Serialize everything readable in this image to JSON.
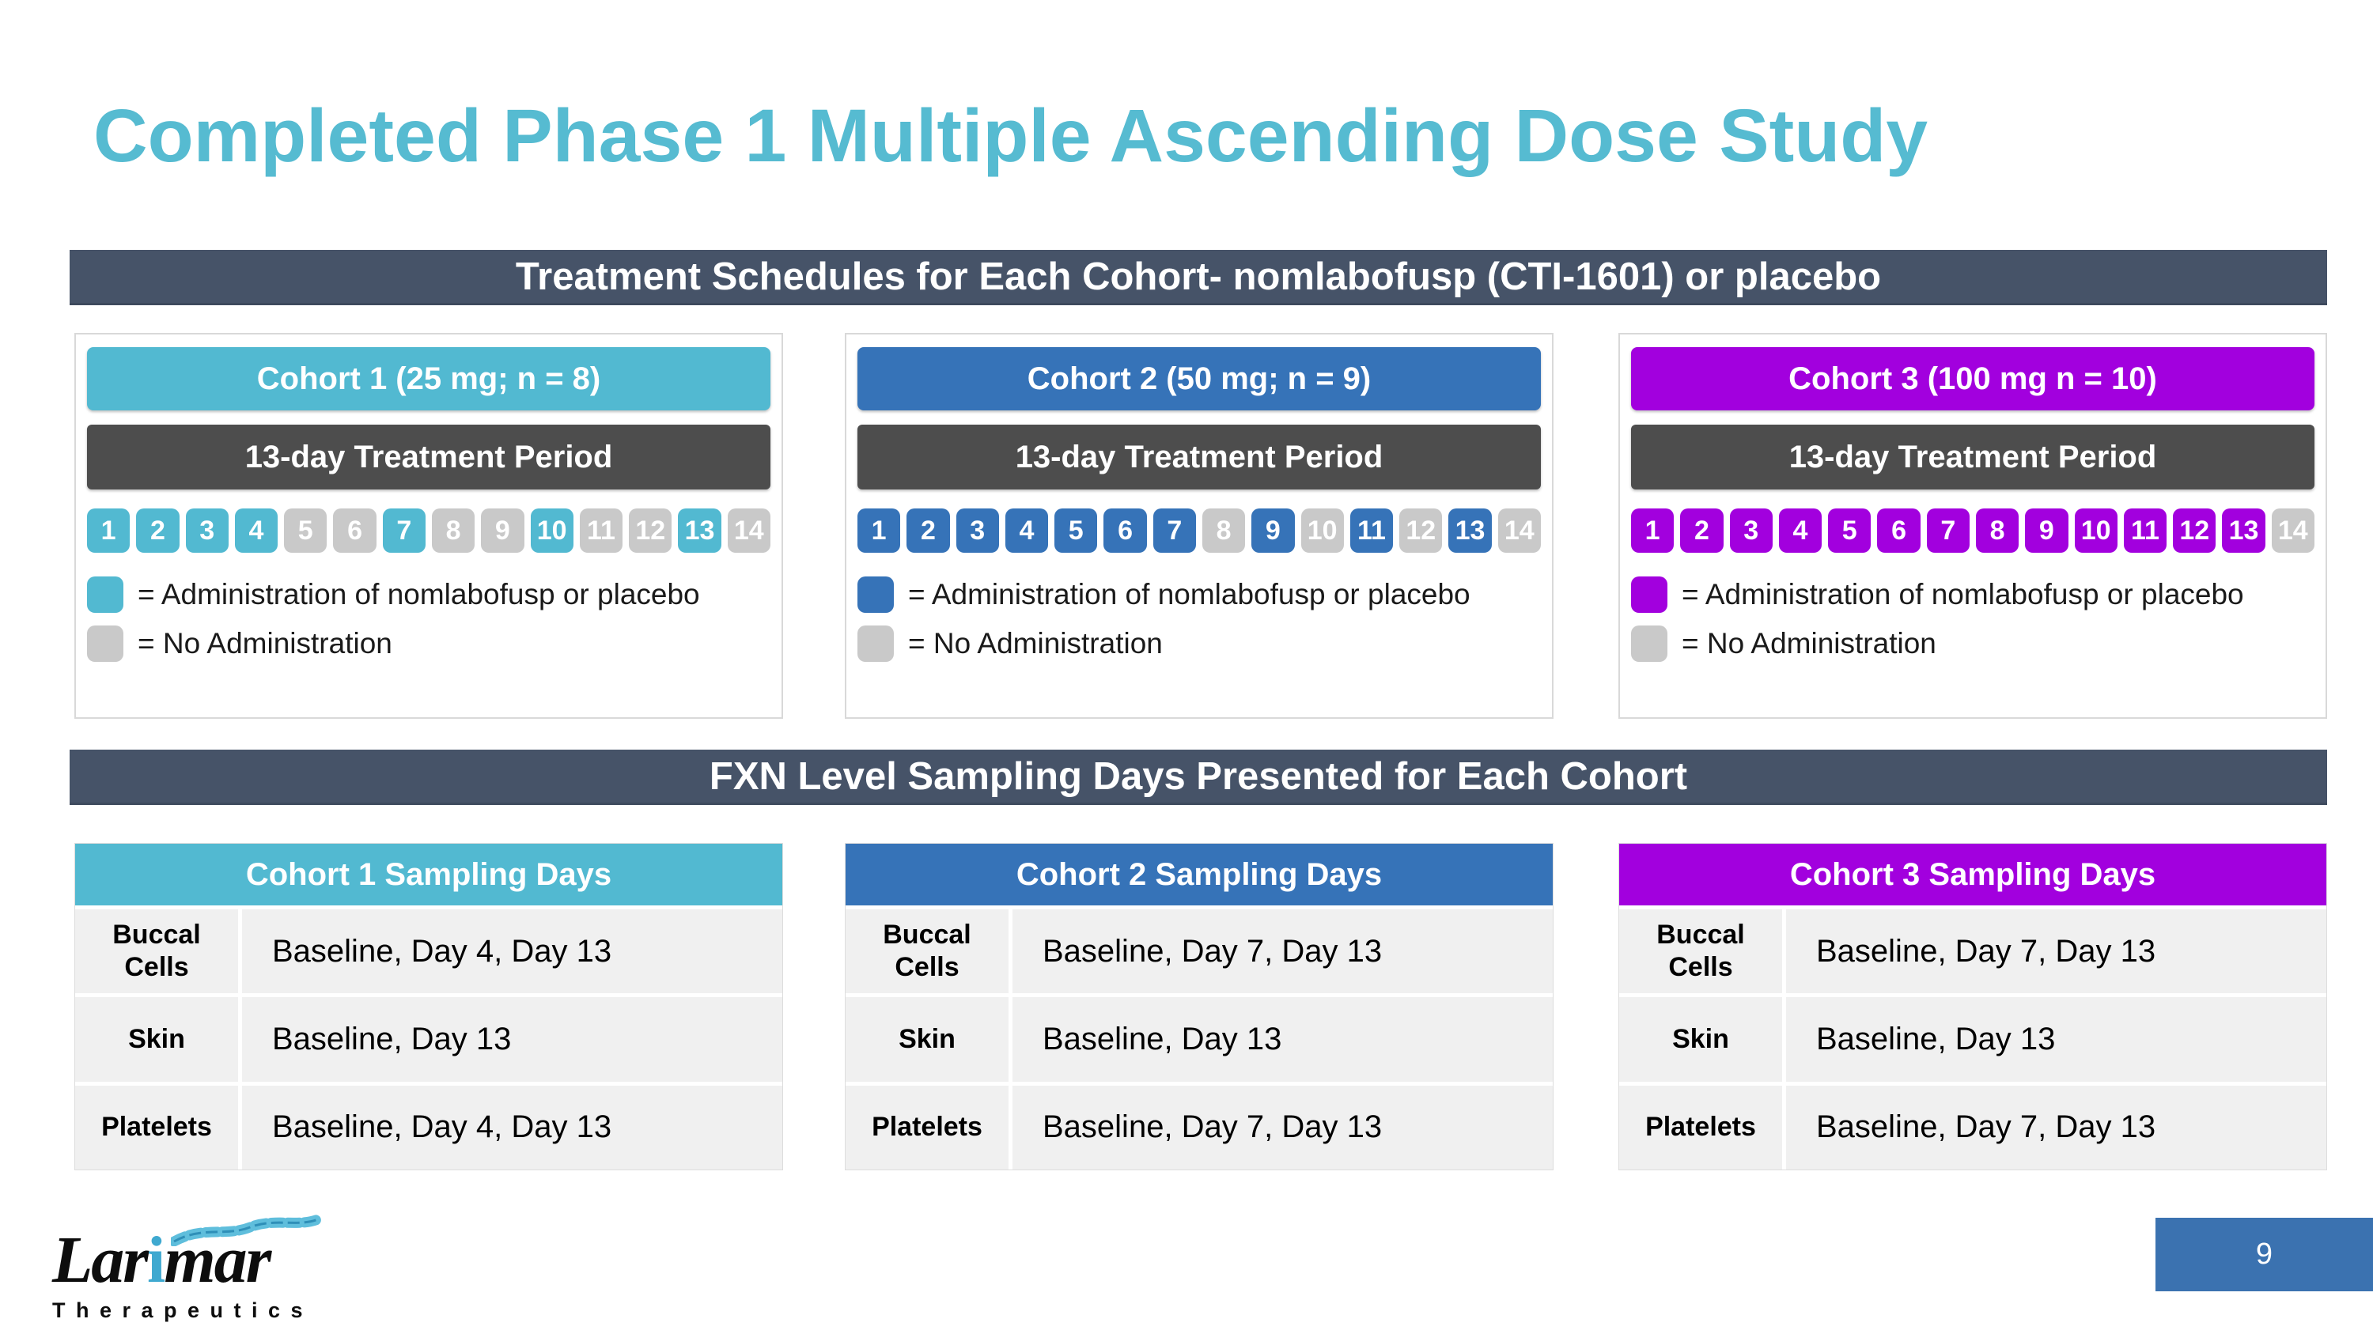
{
  "slide": {
    "title": "Completed Phase 1 Multiple Ascending Dose Study",
    "page_number": "9"
  },
  "banners": {
    "treatment": "Treatment Schedules for Each Cohort- nomlabofusp (CTI-1601) or placebo",
    "sampling": "FXN Level Sampling Days Presented for Each Cohort"
  },
  "colors": {
    "title": "#56BBD1",
    "banner": "#465368",
    "treatment_bar": "#4D4D4D",
    "inactive_day": "#C9C9C9",
    "cohort1": "#52B9D1",
    "cohort2": "#3673B8",
    "cohort3": "#A200DE",
    "page_box": "#3B72B0"
  },
  "cohorts": [
    {
      "header": "Cohort 1 (25 mg; n = 8)",
      "period_label": "13-day Treatment Period",
      "days_total": 14,
      "active_days": [
        1,
        2,
        3,
        4,
        7,
        10,
        13
      ],
      "legend_admin": "= Administration of nomlabofusp  or placebo",
      "legend_none": "= No Administration",
      "color": "#52B9D1"
    },
    {
      "header": "Cohort 2 (50 mg; n = 9)",
      "period_label": "13-day Treatment Period",
      "days_total": 14,
      "active_days": [
        1,
        2,
        3,
        4,
        5,
        6,
        7,
        9,
        11,
        13
      ],
      "legend_admin": "= Administration of nomlabofusp or placebo",
      "legend_none": "= No Administration",
      "color": "#3673B8"
    },
    {
      "header": "Cohort 3 (100 mg n = 10)",
      "period_label": "13-day Treatment Period",
      "days_total": 14,
      "active_days": [
        1,
        2,
        3,
        4,
        5,
        6,
        7,
        8,
        9,
        10,
        11,
        12,
        13
      ],
      "legend_admin": "= Administration of nomlabofusp or placebo",
      "legend_none": "= No Administration",
      "color": "#A200DE"
    }
  ],
  "sampling_tables": [
    {
      "header": "Cohort 1 Sampling Days",
      "rows": [
        {
          "label": "Buccal Cells",
          "value": "Baseline, Day 4, Day 13"
        },
        {
          "label": "Skin",
          "value": "Baseline, Day 13"
        },
        {
          "label": "Platelets",
          "value": "Baseline, Day 4, Day 13"
        }
      ]
    },
    {
      "header": "Cohort 2 Sampling Days",
      "rows": [
        {
          "label": "Buccal Cells",
          "value": "Baseline, Day 7, Day 13"
        },
        {
          "label": "Skin",
          "value": "Baseline, Day 13"
        },
        {
          "label": "Platelets",
          "value": "Baseline, Day 7, Day 13"
        }
      ]
    },
    {
      "header": "Cohort 3 Sampling Days",
      "rows": [
        {
          "label": "Buccal Cells",
          "value": "Baseline, Day 7, Day 13"
        },
        {
          "label": "Skin",
          "value": "Baseline, Day 13"
        },
        {
          "label": "Platelets",
          "value": "Baseline, Day 7, Day 13"
        }
      ]
    }
  ],
  "logo": {
    "prefix": "Lar",
    "i": "i",
    "suffix": "mar",
    "sub": "Therapeutics"
  }
}
